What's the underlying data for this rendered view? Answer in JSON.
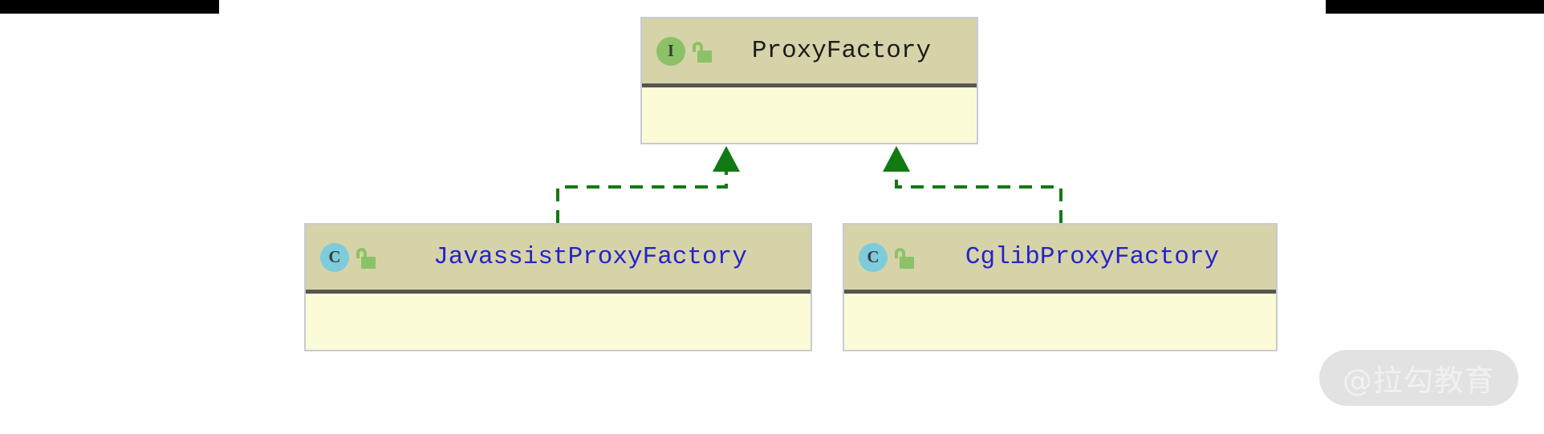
{
  "diagram": {
    "kind": "uml-class-diagram",
    "relationship_type": "realization",
    "relationship_style": "dashed-line-with-hollow-less-solid-triangle",
    "colors": {
      "header_fill": "#d6d3a9",
      "body_fill": "#fbfbd7",
      "box_border": "#c9cbd1",
      "header_divider": "#57564f",
      "interface_icon_fill": "#8cc267",
      "class_icon_fill": "#7ecbdc",
      "lock_fill": "#8cc267",
      "connector": "#127a12",
      "interface_title_text": "#1c1c1c",
      "class_title_text": "#2424c8",
      "crop_bar": "#000000",
      "watermark_pill": "#e2e2e2",
      "watermark_text": "#f1f1f1"
    },
    "nodes": [
      {
        "id": "proxy-factory",
        "name": "ProxyFactory",
        "stereotype": "I",
        "stereotype_label": "interface",
        "visibility_icon": "unlocked-padlock-icon",
        "visibility": "public",
        "members": []
      },
      {
        "id": "javassist-proxy-factory",
        "name": "JavassistProxyFactory",
        "stereotype": "C",
        "stereotype_label": "class",
        "visibility_icon": "unlocked-padlock-icon",
        "visibility": "public",
        "members": []
      },
      {
        "id": "cglib-proxy-factory",
        "name": "CglibProxyFactory",
        "stereotype": "C",
        "stereotype_label": "class",
        "visibility_icon": "unlocked-padlock-icon",
        "visibility": "public",
        "members": []
      }
    ],
    "edges": [
      {
        "from": "javassist-proxy-factory",
        "to": "proxy-factory",
        "type": "implements"
      },
      {
        "from": "cglib-proxy-factory",
        "to": "proxy-factory",
        "type": "implements"
      }
    ]
  },
  "watermark": {
    "text": "@拉勾教育"
  }
}
